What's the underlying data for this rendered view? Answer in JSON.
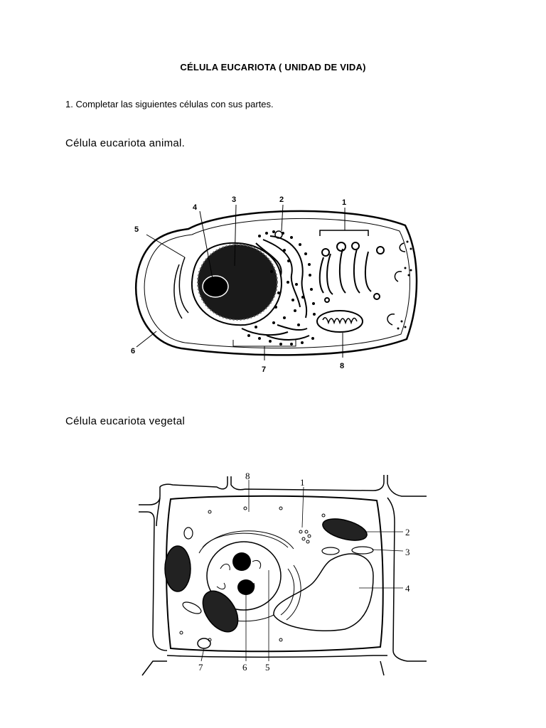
{
  "document": {
    "title": "CÉLULA EUCARIOTA ( UNIDAD DE VIDA)",
    "instruction": "1. Completar las siguientes células con sus partes.",
    "animal_heading": "Célula eucariota animal.",
    "vegetal_heading": "Célula eucariota vegetal"
  },
  "animal_figure": {
    "labels": [
      "1",
      "2",
      "3",
      "4",
      "5",
      "6",
      "7",
      "8"
    ]
  },
  "vegetal_figure": {
    "labels": [
      "1",
      "2",
      "3",
      "4",
      "5",
      "6",
      "7",
      "8"
    ]
  }
}
